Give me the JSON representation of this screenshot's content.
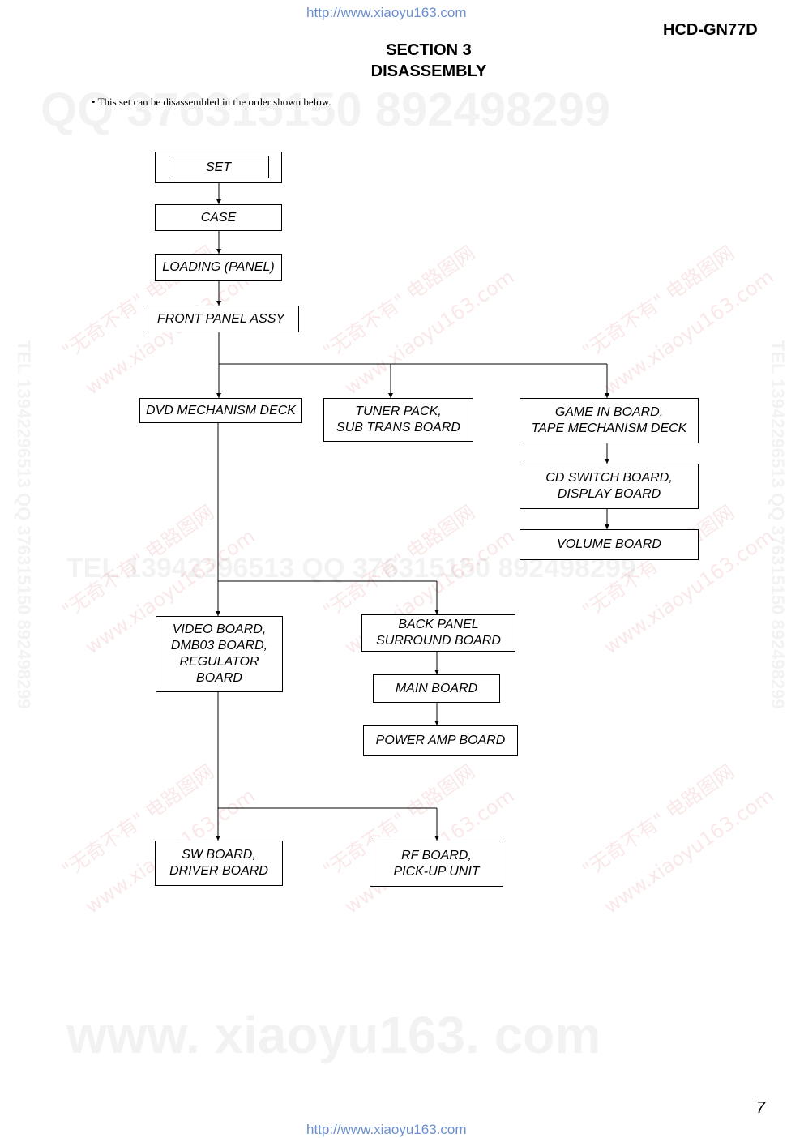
{
  "header": {
    "url": "http://www.xiaoyu163.com",
    "model": "HCD-GN77D",
    "section": "SECTION  3",
    "title": "DISASSEMBLY",
    "note": "• This set can be disassembled in the order shown below."
  },
  "watermarks": {
    "qq_top": "QQ 376315150    892498299",
    "tel_mid": "TEL 13942296513        QQ 376315150    892498299",
    "site_bottom": "www. xiaoyu163. com",
    "side_vertical": "TEL 13942296513   QQ 376315150   892498299",
    "red_cn": "\"无奇不有\" 电路图网",
    "red_url": "www.xiaoyu163.com"
  },
  "flowchart": {
    "set": "SET",
    "case": "CASE",
    "loading": "LOADING (PANEL)",
    "front_panel": "FRONT PANEL ASSY",
    "dvd_deck": "DVD MECHANISM DECK",
    "tuner": "TUNER PACK,\nSUB TRANS BOARD",
    "game_in": "GAME IN BOARD,\nTAPE MECHANISM DECK",
    "cd_switch": "CD SWITCH BOARD,\nDISPLAY BOARD",
    "volume": "VOLUME BOARD",
    "video": "VIDEO BOARD,\nDMB03 BOARD,\nREGULATOR\nBOARD",
    "back_panel": "BACK PANEL\nSURROUND BOARD",
    "main_board": "MAIN BOARD",
    "power_amp": "POWER AMP BOARD",
    "sw_board": "SW BOARD,\nDRIVER BOARD",
    "rf_board": "RF BOARD,\nPICK-UP UNIT"
  },
  "footer": {
    "page_number": "7",
    "url": "http://www.xiaoyu163.com"
  }
}
